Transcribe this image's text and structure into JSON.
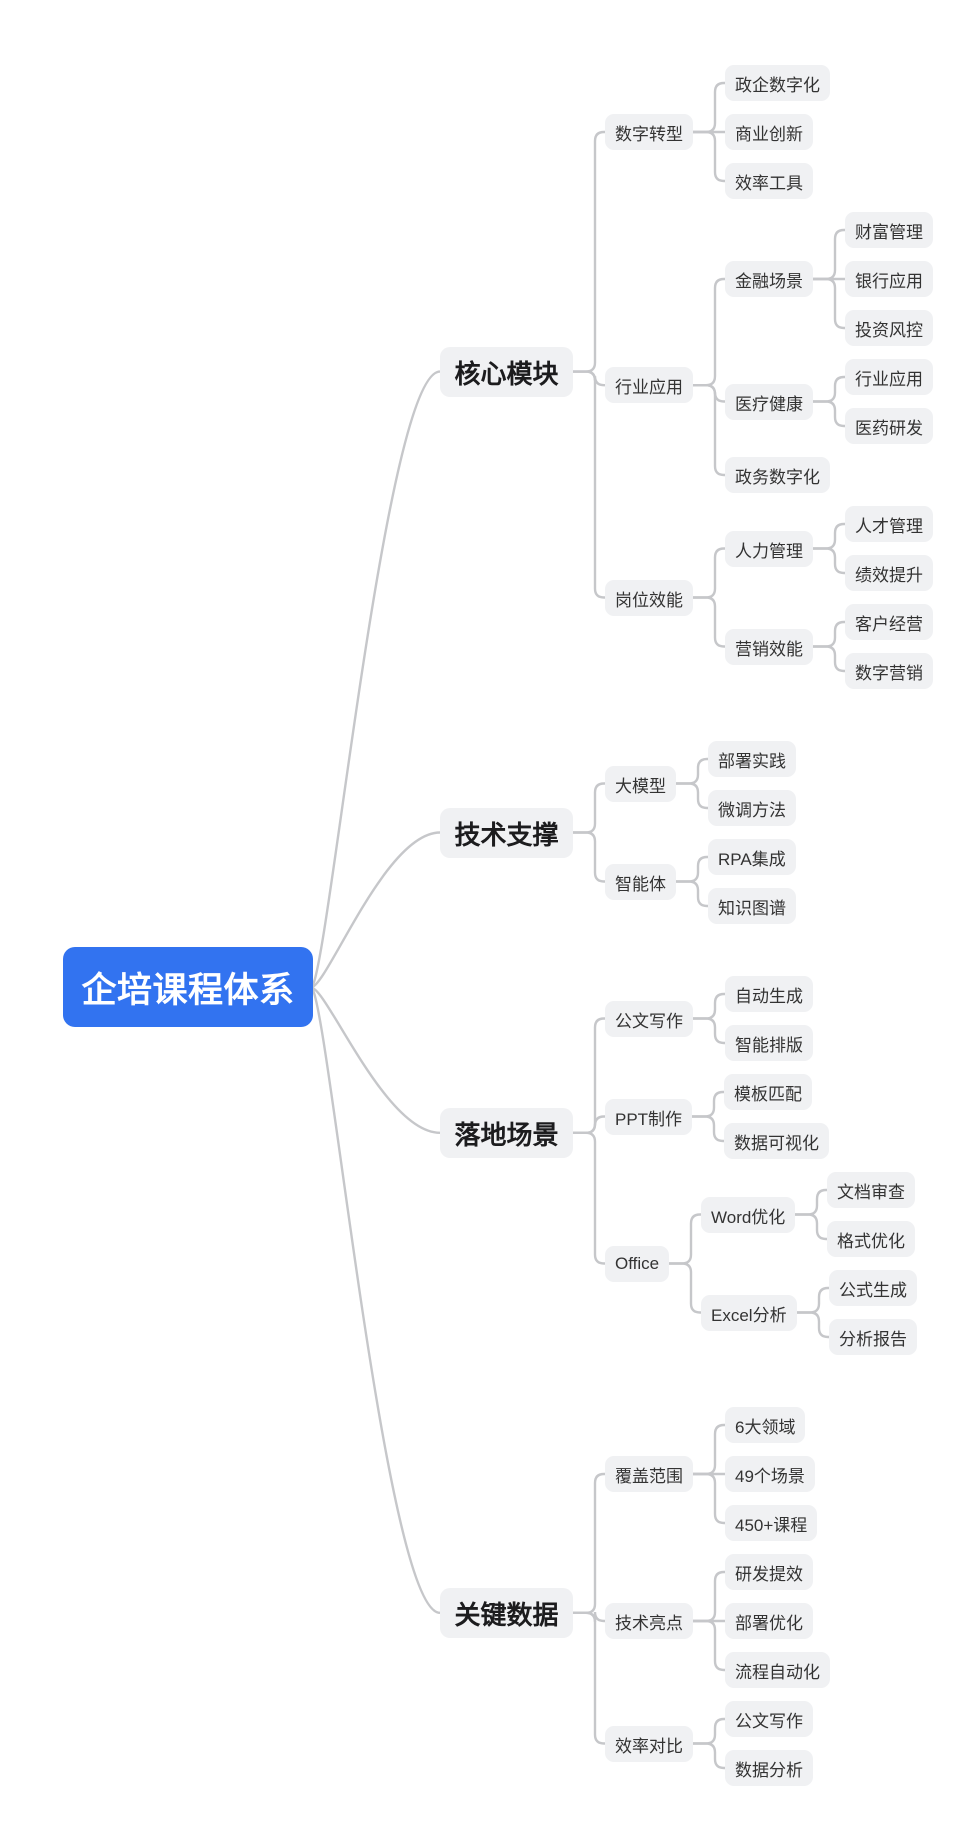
{
  "colors": {
    "root_bg": "#3273f0",
    "root_text": "#ffffff",
    "node_bg": "#f0f1f3",
    "node_text": "#333333",
    "branch_text": "#1c1c1e",
    "connector": "#c6c7ca"
  },
  "mindmap": {
    "root": {
      "label": "企培课程体系",
      "children": [
        {
          "label": "核心模块",
          "children": [
            {
              "label": "数字转型",
              "children": [
                {
                  "label": "政企数字化"
                },
                {
                  "label": "商业创新"
                },
                {
                  "label": "效率工具"
                }
              ]
            },
            {
              "label": "行业应用",
              "children": [
                {
                  "label": "金融场景",
                  "children": [
                    {
                      "label": "财富管理"
                    },
                    {
                      "label": "银行应用"
                    },
                    {
                      "label": "投资风控"
                    }
                  ]
                },
                {
                  "label": "医疗健康",
                  "children": [
                    {
                      "label": "行业应用"
                    },
                    {
                      "label": "医药研发"
                    }
                  ]
                },
                {
                  "label": "政务数字化"
                }
              ]
            },
            {
              "label": "岗位效能",
              "children": [
                {
                  "label": "人力管理",
                  "children": [
                    {
                      "label": "人才管理"
                    },
                    {
                      "label": "绩效提升"
                    }
                  ]
                },
                {
                  "label": "营销效能",
                  "children": [
                    {
                      "label": "客户经营"
                    },
                    {
                      "label": "数字营销"
                    }
                  ]
                }
              ]
            }
          ]
        },
        {
          "label": "技术支撑",
          "children": [
            {
              "label": "大模型",
              "children": [
                {
                  "label": "部署实践"
                },
                {
                  "label": "微调方法"
                }
              ]
            },
            {
              "label": "智能体",
              "children": [
                {
                  "label": "RPA集成"
                },
                {
                  "label": "知识图谱"
                }
              ]
            }
          ]
        },
        {
          "label": "落地场景",
          "children": [
            {
              "label": "公文写作",
              "children": [
                {
                  "label": "自动生成"
                },
                {
                  "label": "智能排版"
                }
              ]
            },
            {
              "label": "PPT制作",
              "children": [
                {
                  "label": "模板匹配"
                },
                {
                  "label": "数据可视化"
                }
              ]
            },
            {
              "label": "Office",
              "children": [
                {
                  "label": "Word优化",
                  "children": [
                    {
                      "label": "文档审查"
                    },
                    {
                      "label": "格式优化"
                    }
                  ]
                },
                {
                  "label": "Excel分析",
                  "children": [
                    {
                      "label": "公式生成"
                    },
                    {
                      "label": "分析报告"
                    }
                  ]
                }
              ]
            }
          ]
        },
        {
          "label": "关键数据",
          "children": [
            {
              "label": "覆盖范围",
              "children": [
                {
                  "label": "6大领域"
                },
                {
                  "label": "49个场景"
                },
                {
                  "label": "450+课程"
                }
              ]
            },
            {
              "label": "技术亮点",
              "children": [
                {
                  "label": "研发提效"
                },
                {
                  "label": "部署优化"
                },
                {
                  "label": "流程自动化"
                }
              ]
            },
            {
              "label": "效率对比",
              "children": [
                {
                  "label": "公文写作"
                },
                {
                  "label": "数据分析"
                }
              ]
            }
          ]
        }
      ]
    }
  }
}
